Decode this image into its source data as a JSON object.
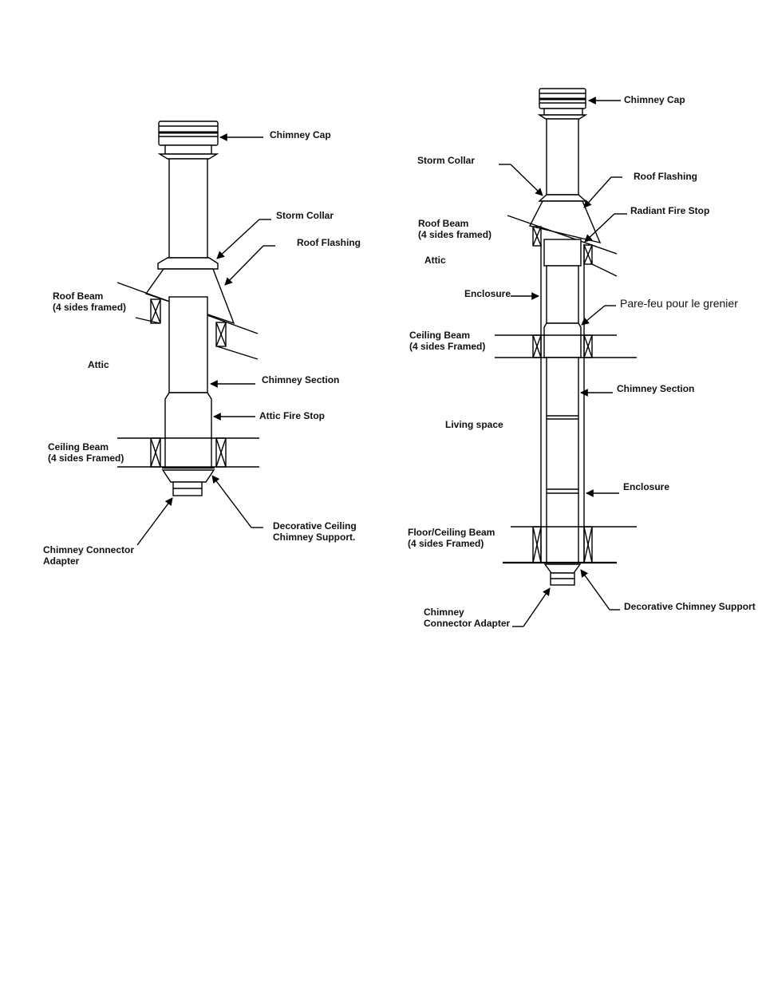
{
  "left_figure": {
    "labels": {
      "chimney_cap": "Chimney Cap",
      "storm_collar": "Storm Collar",
      "roof_flashing": "Roof Flashing",
      "roof_beam": "Roof Beam\n(4 sides framed)",
      "attic": "Attic",
      "chimney_section": "Chimney Section",
      "attic_fire_stop": "Attic Fire Stop",
      "ceiling_beam": "Ceiling Beam\n(4 sides Framed)",
      "decorative_ceiling_support": "Decorative Ceiling\nChimney Support.",
      "connector_adapter": "Chimney Connector\nAdapter"
    }
  },
  "right_figure": {
    "labels": {
      "chimney_cap": "Chimney Cap",
      "storm_collar": "Storm Collar",
      "roof_flashing": "Roof Flashing",
      "radiant_fire_stop": "Radiant Fire Stop",
      "roof_beam": "Roof Beam\n(4 sides framed)",
      "attic": "Attic",
      "enclosure_upper": "Enclosure",
      "attic_firestop_fr": "Pare-feu pour le grenier",
      "ceiling_beam": "Ceiling Beam\n(4 sides Framed)",
      "chimney_section": "Chimney Section",
      "living_space": "Living space",
      "enclosure_lower": "Enclosure",
      "floor_ceiling_beam": "Floor/Ceiling Beam\n(4 sides Framed)",
      "connector_adapter": "Chimney\nConnector Adapter",
      "decorative_support": "Decorative Chimney Support"
    }
  }
}
